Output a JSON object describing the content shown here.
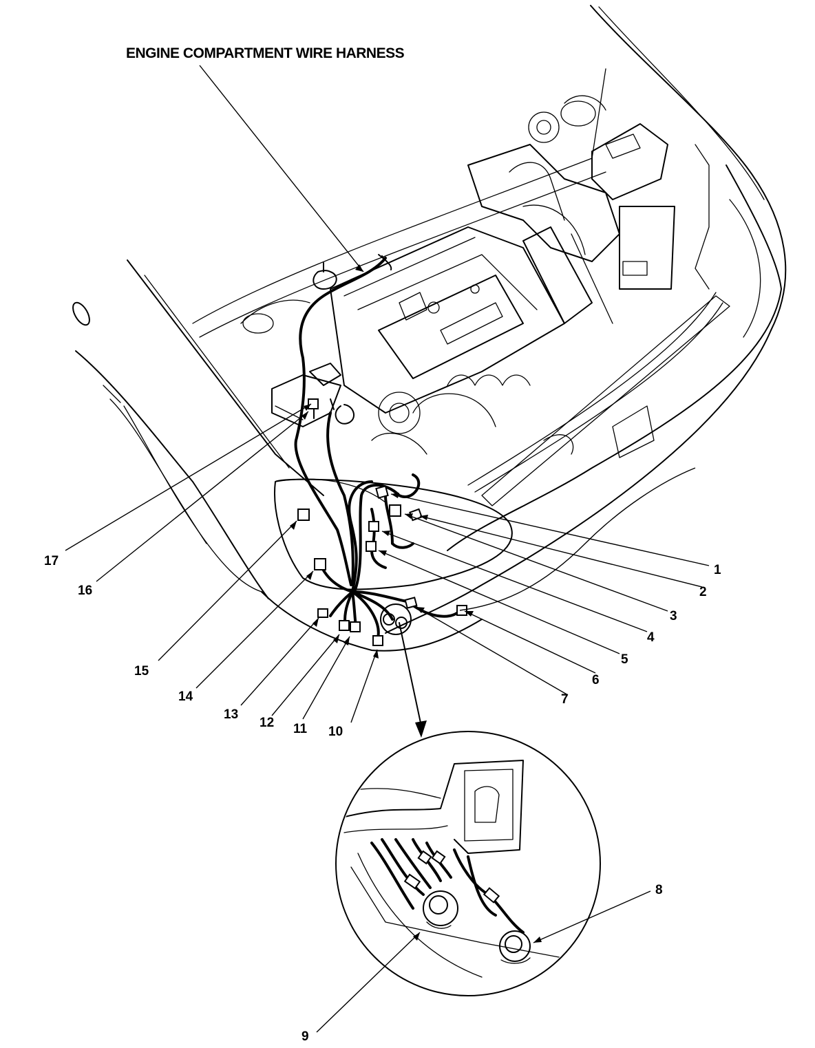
{
  "diagram": {
    "title": "ENGINE COMPARTMENT WIRE HARNESS",
    "callouts": [
      {
        "id": "1",
        "label": "1"
      },
      {
        "id": "2",
        "label": "2"
      },
      {
        "id": "3",
        "label": "3"
      },
      {
        "id": "4",
        "label": "4"
      },
      {
        "id": "5",
        "label": "5"
      },
      {
        "id": "6",
        "label": "6"
      },
      {
        "id": "7",
        "label": "7"
      },
      {
        "id": "8",
        "label": "8"
      },
      {
        "id": "9",
        "label": "9"
      },
      {
        "id": "10",
        "label": "10"
      },
      {
        "id": "11",
        "label": "11"
      },
      {
        "id": "12",
        "label": "12"
      },
      {
        "id": "13",
        "label": "13"
      },
      {
        "id": "14",
        "label": "14"
      },
      {
        "id": "15",
        "label": "15"
      },
      {
        "id": "16",
        "label": "16"
      },
      {
        "id": "17",
        "label": "17"
      }
    ]
  }
}
